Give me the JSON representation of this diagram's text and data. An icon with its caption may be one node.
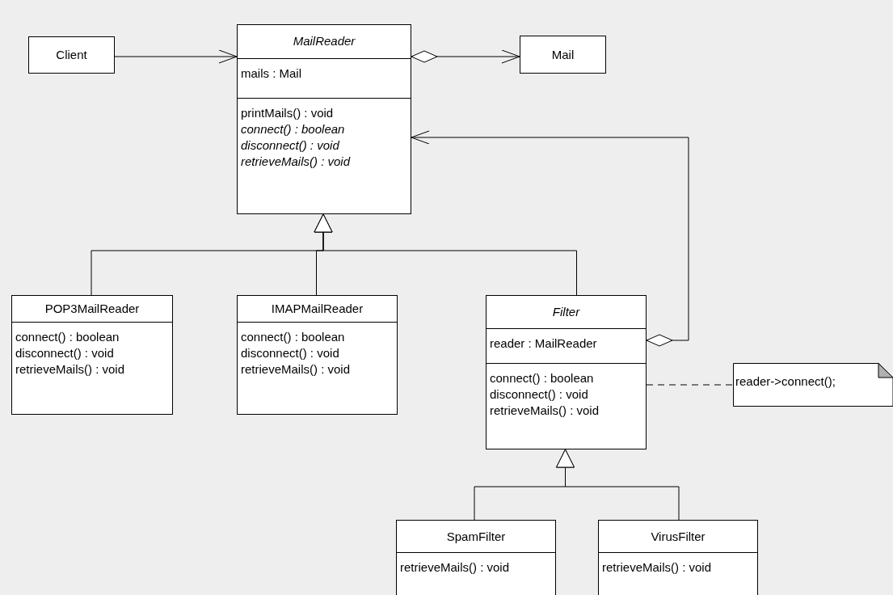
{
  "diagram": {
    "nodes": [
      {
        "text": [
          "Client"
        ]
      },
      {
        "text": [
          "MailReader",
          "mails : Mail",
          "printMails() : void",
          "connect() : boolean",
          "disconnect() : void",
          "retrieveMails() : void"
        ]
      },
      {
        "text": [
          "Mail"
        ]
      },
      {
        "text": [
          "POP3MailReader",
          "connect() : boolean",
          "disconnect() : void",
          "retrieveMails() : void"
        ]
      },
      {
        "text": [
          "IMAPMailReader",
          "connect() : boolean",
          "disconnect() : void",
          "retrieveMails() : void"
        ]
      },
      {
        "text": [
          "Filter",
          "reader : MailReader",
          "connect() : boolean",
          "disconnect() : void",
          "retrieveMails() : void"
        ]
      },
      {
        "text": [
          "reader->connect();"
        ]
      },
      {
        "text": [
          "SpamFilter",
          "retrieveMails() : void"
        ]
      },
      {
        "text": [
          "VirusFilter",
          "retrieveMails() : void"
        ]
      }
    ],
    "edges": [
      {
        "from": 0,
        "to": 1,
        "arrow": "to"
      },
      {
        "from": 1,
        "to": 2,
        "arrow": "to"
      },
      {
        "from": 5,
        "to": 1,
        "arrow": "to"
      },
      {
        "from": 3,
        "to": 1,
        "arrow": "to"
      },
      {
        "from": 4,
        "to": 1,
        "arrow": "to"
      },
      {
        "from": 5,
        "to": 1,
        "arrow": "to"
      },
      {
        "from": 7,
        "to": 5,
        "arrow": "to"
      },
      {
        "from": 8,
        "to": 5,
        "arrow": "to"
      },
      {
        "from": 5,
        "to": 6,
        "arrow": "none",
        "style": "dashed"
      }
    ]
  }
}
